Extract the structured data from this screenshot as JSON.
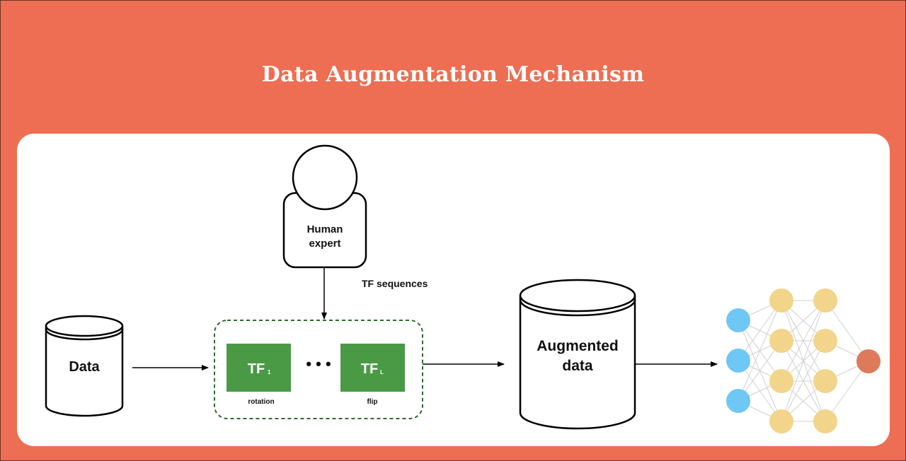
{
  "title": "Data Augmentation Mechanism",
  "diagram": {
    "data_label": "Data",
    "human_expert_line1": "Human",
    "human_expert_line2": "expert",
    "tf_sequences_label": "TF sequences",
    "tf_first": {
      "main": "TF",
      "sub": "1",
      "caption": "rotation"
    },
    "tf_last": {
      "main": "TF",
      "sub": "L",
      "caption": "flip"
    },
    "ellipsis": "• • •",
    "augmented_line1": "Augmented",
    "augmented_line2": "data"
  },
  "colors": {
    "background": "#ed6e52",
    "tf_box": "#4a9a45",
    "dashed_border": "#2d6b2f",
    "input_node": "#6ec7f5",
    "hidden_node": "#f2d48a",
    "output_node": "#dd7a5a"
  }
}
